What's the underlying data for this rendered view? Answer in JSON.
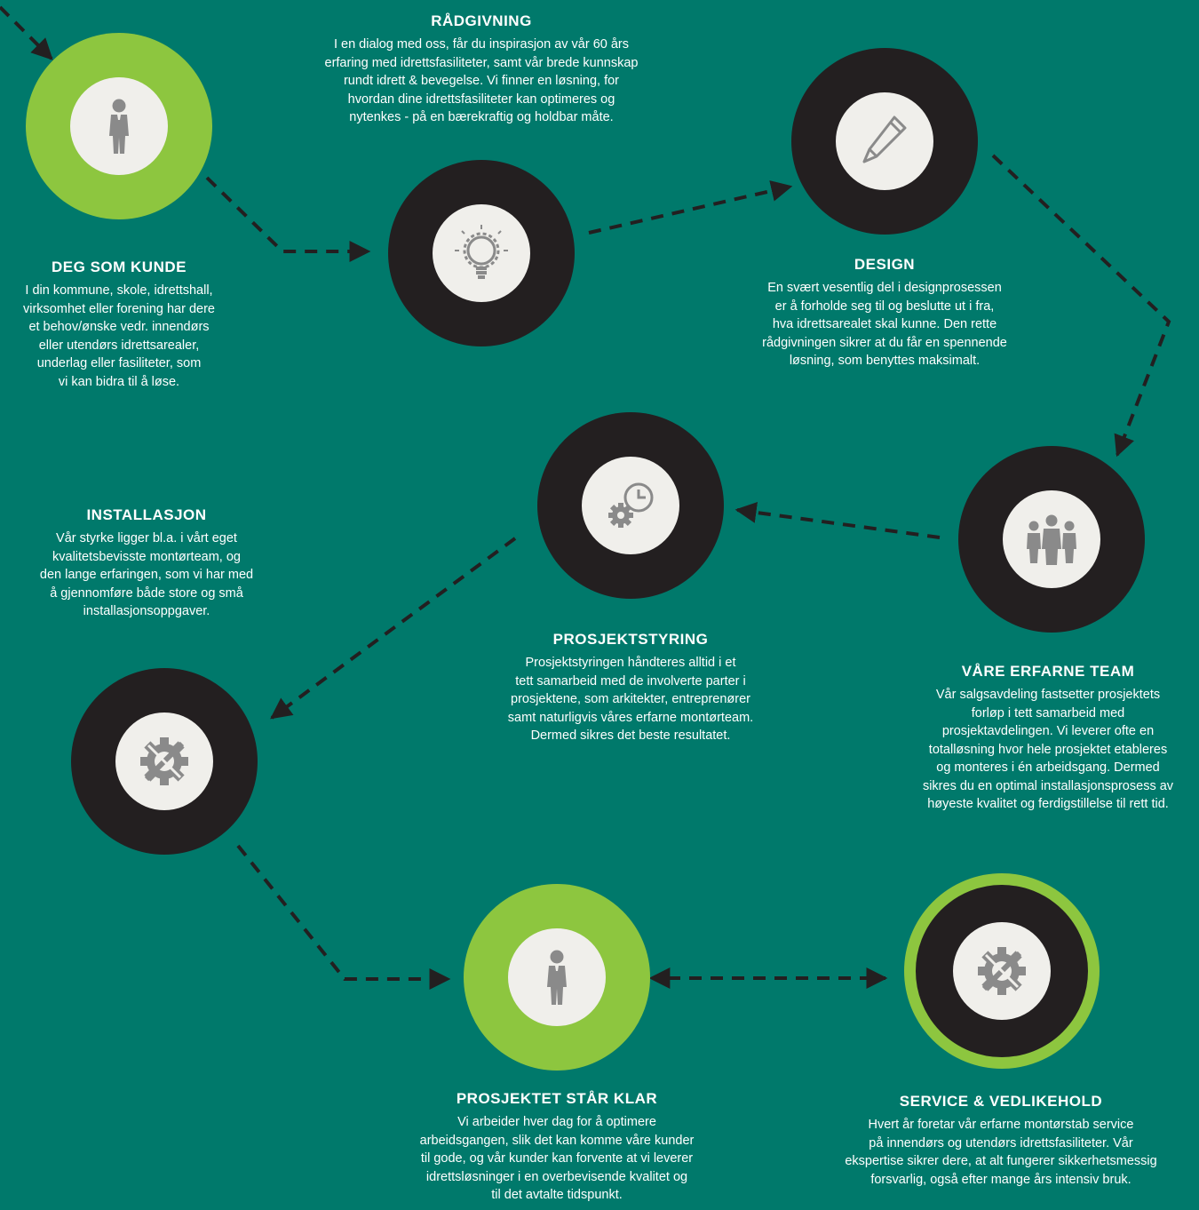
{
  "colors": {
    "background": "#00796b",
    "node_dark": "#231f20",
    "node_green": "#8dc63f",
    "icon_disc": "#f0efeb",
    "icon_gray": "#8a8a8a",
    "arrow": "#231f20",
    "text": "#ffffff"
  },
  "nodes": [
    {
      "id": "deg-som-kunde",
      "icon": "person-icon",
      "style": "green"
    },
    {
      "id": "radgivning",
      "icon": "lightbulb-icon",
      "style": "dark"
    },
    {
      "id": "design",
      "icon": "pencil-icon",
      "style": "dark"
    },
    {
      "id": "vare-erfarne-team",
      "icon": "team-icon",
      "style": "dark"
    },
    {
      "id": "prosjektstyring",
      "icon": "gear-clock-icon",
      "style": "dark"
    },
    {
      "id": "installasjon",
      "icon": "tools-gear-icon",
      "style": "dark"
    },
    {
      "id": "prosjektet-star-klar",
      "icon": "person-icon",
      "style": "green"
    },
    {
      "id": "service-vedlikehold",
      "icon": "tools-gear-icon",
      "style": "dark-green-ring"
    }
  ],
  "sections": {
    "deg_som_kunde": {
      "title": "DEG SOM KUNDE",
      "lines": [
        "I din kommune, skole, idrettshall,",
        "virksomhet eller forening har dere",
        "et behov/ønske vedr. innendørs",
        "eller utendørs idrettsarealer,",
        "underlag eller fasiliteter, som",
        "vi kan bidra til å løse."
      ]
    },
    "radgivning": {
      "title": "RÅDGIVNING",
      "lines": [
        "I en dialog med oss, får du inspirasjon av vår 60 års",
        "erfaring med idrettsfasiliteter, samt vår brede kunnskap",
        "rundt idrett & bevegelse.  Vi finner en løsning, for",
        "hvordan dine idrettsfasiliteter kan optimeres og",
        "nytenkes - på en bærekraftig og holdbar måte."
      ]
    },
    "design": {
      "title": "DESIGN",
      "lines": [
        "En svært vesentlig del i designprosessen",
        "er å forholde seg til og beslutte ut i fra,",
        "hva idrettsarealet skal kunne. Den rette",
        "rådgivningen sikrer at du får en spennende",
        "løsning, som benyttes maksimalt."
      ]
    },
    "installasjon": {
      "title": "INSTALLASJON",
      "lines": [
        "Vår styrke ligger bl.a. i vårt eget",
        "kvalitetsbevisste montørteam, og",
        "den lange erfaringen, som vi har med",
        "å gjennomføre både store og små",
        "installasjonsoppgaver."
      ]
    },
    "prosjektstyring": {
      "title": "PROSJEKTSTYRING",
      "lines": [
        "Prosjektstyringen håndteres alltid i et",
        "tett samarbeid med de involverte parter i",
        "prosjektene, som arkitekter, entreprenører",
        "samt naturligvis våres erfarne montørteam.",
        "Dermed sikres det beste resultatet."
      ]
    },
    "vare_erfarne_team": {
      "title": "VÅRE ERFARNE TEAM",
      "lines": [
        "Vår salgsavdeling fastsetter prosjektets",
        "forløp i tett samarbeid med",
        "prosjektavdelingen. Vi leverer ofte en",
        "totalløsning hvor hele prosjektet etableres",
        "og monteres i én arbeidsgang. Dermed",
        "sikres du en optimal installasjonsprosess av",
        "høyeste kvalitet og ferdigstillelse til rett tid."
      ]
    },
    "prosjektet_star_klar": {
      "title": "PROSJEKTET STÅR KLAR",
      "lines": [
        "Vi arbeider hver dag for å optimere",
        "arbeidsgangen, slik det kan komme våre kunder",
        "til gode, og vår kunder kan forvente at vi leverer",
        "idrettsløsninger i en overbevisende kvalitet og",
        "til det avtalte tidspunkt."
      ]
    },
    "service_vedlikehold": {
      "title": "SERVICE & VEDLIKEHOLD",
      "lines": [
        "Hvert år foretar vår erfarne montørstab service",
        "på innendørs og utendørs idrettsfasiliteter. Vår",
        "ekspertise sikrer dere, at alt fungerer sikkerhetsmessig",
        "forsvarlig, også efter mange års intensiv bruk."
      ]
    }
  }
}
